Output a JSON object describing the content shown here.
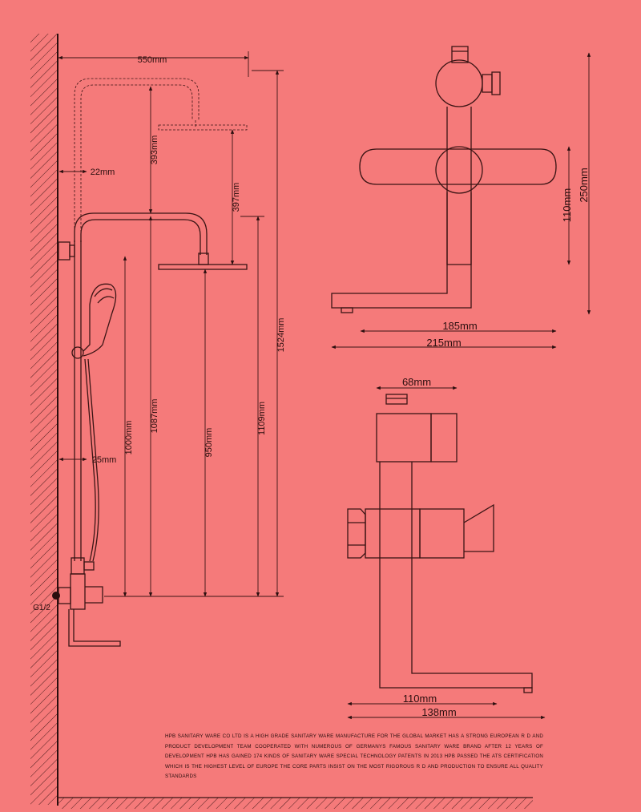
{
  "colors": {
    "background": "#f57a7a",
    "ink": "#2a0e0e"
  },
  "dimensions": {
    "overall_width": "550mm",
    "head_to_arm": "393mm",
    "lower_arm": "397mm",
    "rail_offset_top": "22mm",
    "rail_offset_bottom": "25mm",
    "height_1000": "1000mm",
    "height_1087": "1087mm",
    "height_950": "950mm",
    "height_1109": "1109mm",
    "height_1524": "1524mm",
    "inlet_thread": "G1/2"
  },
  "front_view": {
    "height_110": "110mm",
    "height_250": "250mm",
    "width_185": "185mm",
    "width_215": "215mm"
  },
  "side_view": {
    "top_width": "68mm",
    "base_110": "110mm",
    "base_138": "138mm"
  },
  "description": "HPB SANITARY WARE CO   LTD IS A HIGH GRADE SANITARY WARE MANUFACTURE FOR THE GLOBAL MARKET  HAS A STRONG EUROPEAN R  D AND PRODUCT DEVELOPMENT TEAM COOPERATED WITH NUMEROUS OF GERMANYS FAMOUS SANITARY WARE BRAND AFTER 12 YEARS OF DEVELOPMENT HPB HAS GAINED 174 KINDS OF SANITARY WARE SPECIAL TECHNOLOGY PATENTS IN 2013 HPB PASSED THE ATS CERTIFICATION WHICH IS THE HIGHEST LEVEL OF EUROPE THE CORE PARTS INSIST ON THE MOST RIGOROUS R  D AND PRODUCTION TO ENSURE ALL QUALITY STANDARDS"
}
